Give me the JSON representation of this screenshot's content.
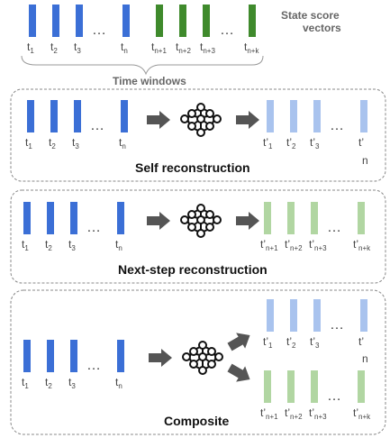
{
  "header": {
    "state_score_line1": "State score",
    "state_score_line2": "vectors",
    "time_windows": "Time windows"
  },
  "labels": {
    "t1": "t",
    "t2": "t",
    "t3": "t",
    "tn": "t",
    "sub1": "1",
    "sub2": "2",
    "sub3": "3",
    "subn": "n",
    "subn1": "n+1",
    "subn2": "n+2",
    "subn3": "n+3",
    "subnk": "n+k",
    "tp": "t’",
    "dots": "…"
  },
  "panels": {
    "self": "Self reconstruction",
    "next": "Next-step reconstruction",
    "composite": "Composite"
  },
  "colors": {
    "input_blue": "#3b6fd6",
    "future_green": "#3f8a2c",
    "output_light_blue": "#a9c3ee",
    "output_light_green": "#b1d6a2",
    "arrow": "#555555"
  },
  "icons": {
    "arrow": "right-arrow-icon",
    "network": "neural-network-icon"
  }
}
